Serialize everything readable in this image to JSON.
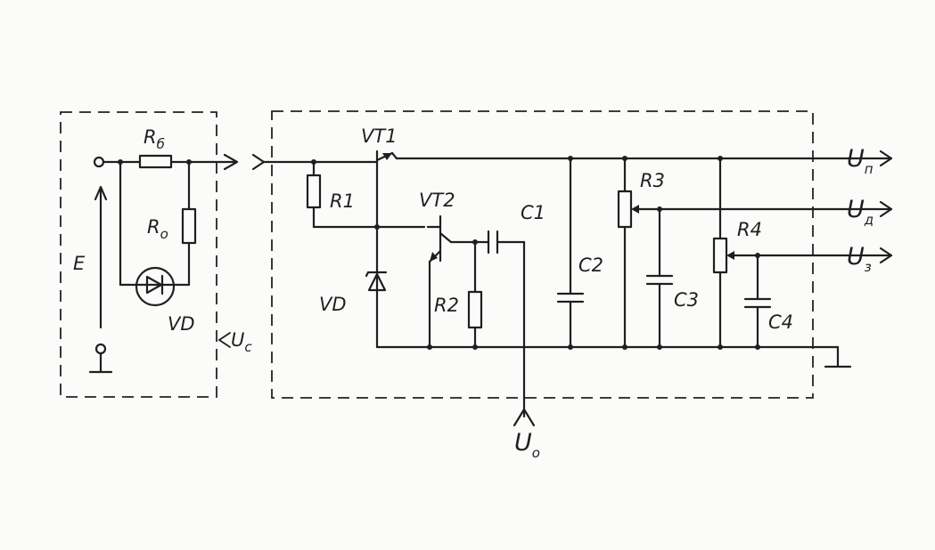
{
  "labels": {
    "r_b": "R",
    "r_b_sub": "б",
    "r_o": "R",
    "r_o_sub": "о",
    "e": "E",
    "vd_left": "VD",
    "u_c": "U",
    "u_c_sub": "c",
    "vt1": "VT1",
    "r1": "R1",
    "vt2": "VT2",
    "c1": "C1",
    "vd": "VD",
    "r2": "R2",
    "c2": "C2",
    "r3": "R3",
    "c3": "C3",
    "r4": "R4",
    "c4": "C4",
    "u_p": "U",
    "u_p_sub": "п",
    "u_d": "U",
    "u_d_sub": "д",
    "u_z": "U",
    "u_z_sub": "з",
    "u_o": "U",
    "u_o_sub": "о"
  }
}
